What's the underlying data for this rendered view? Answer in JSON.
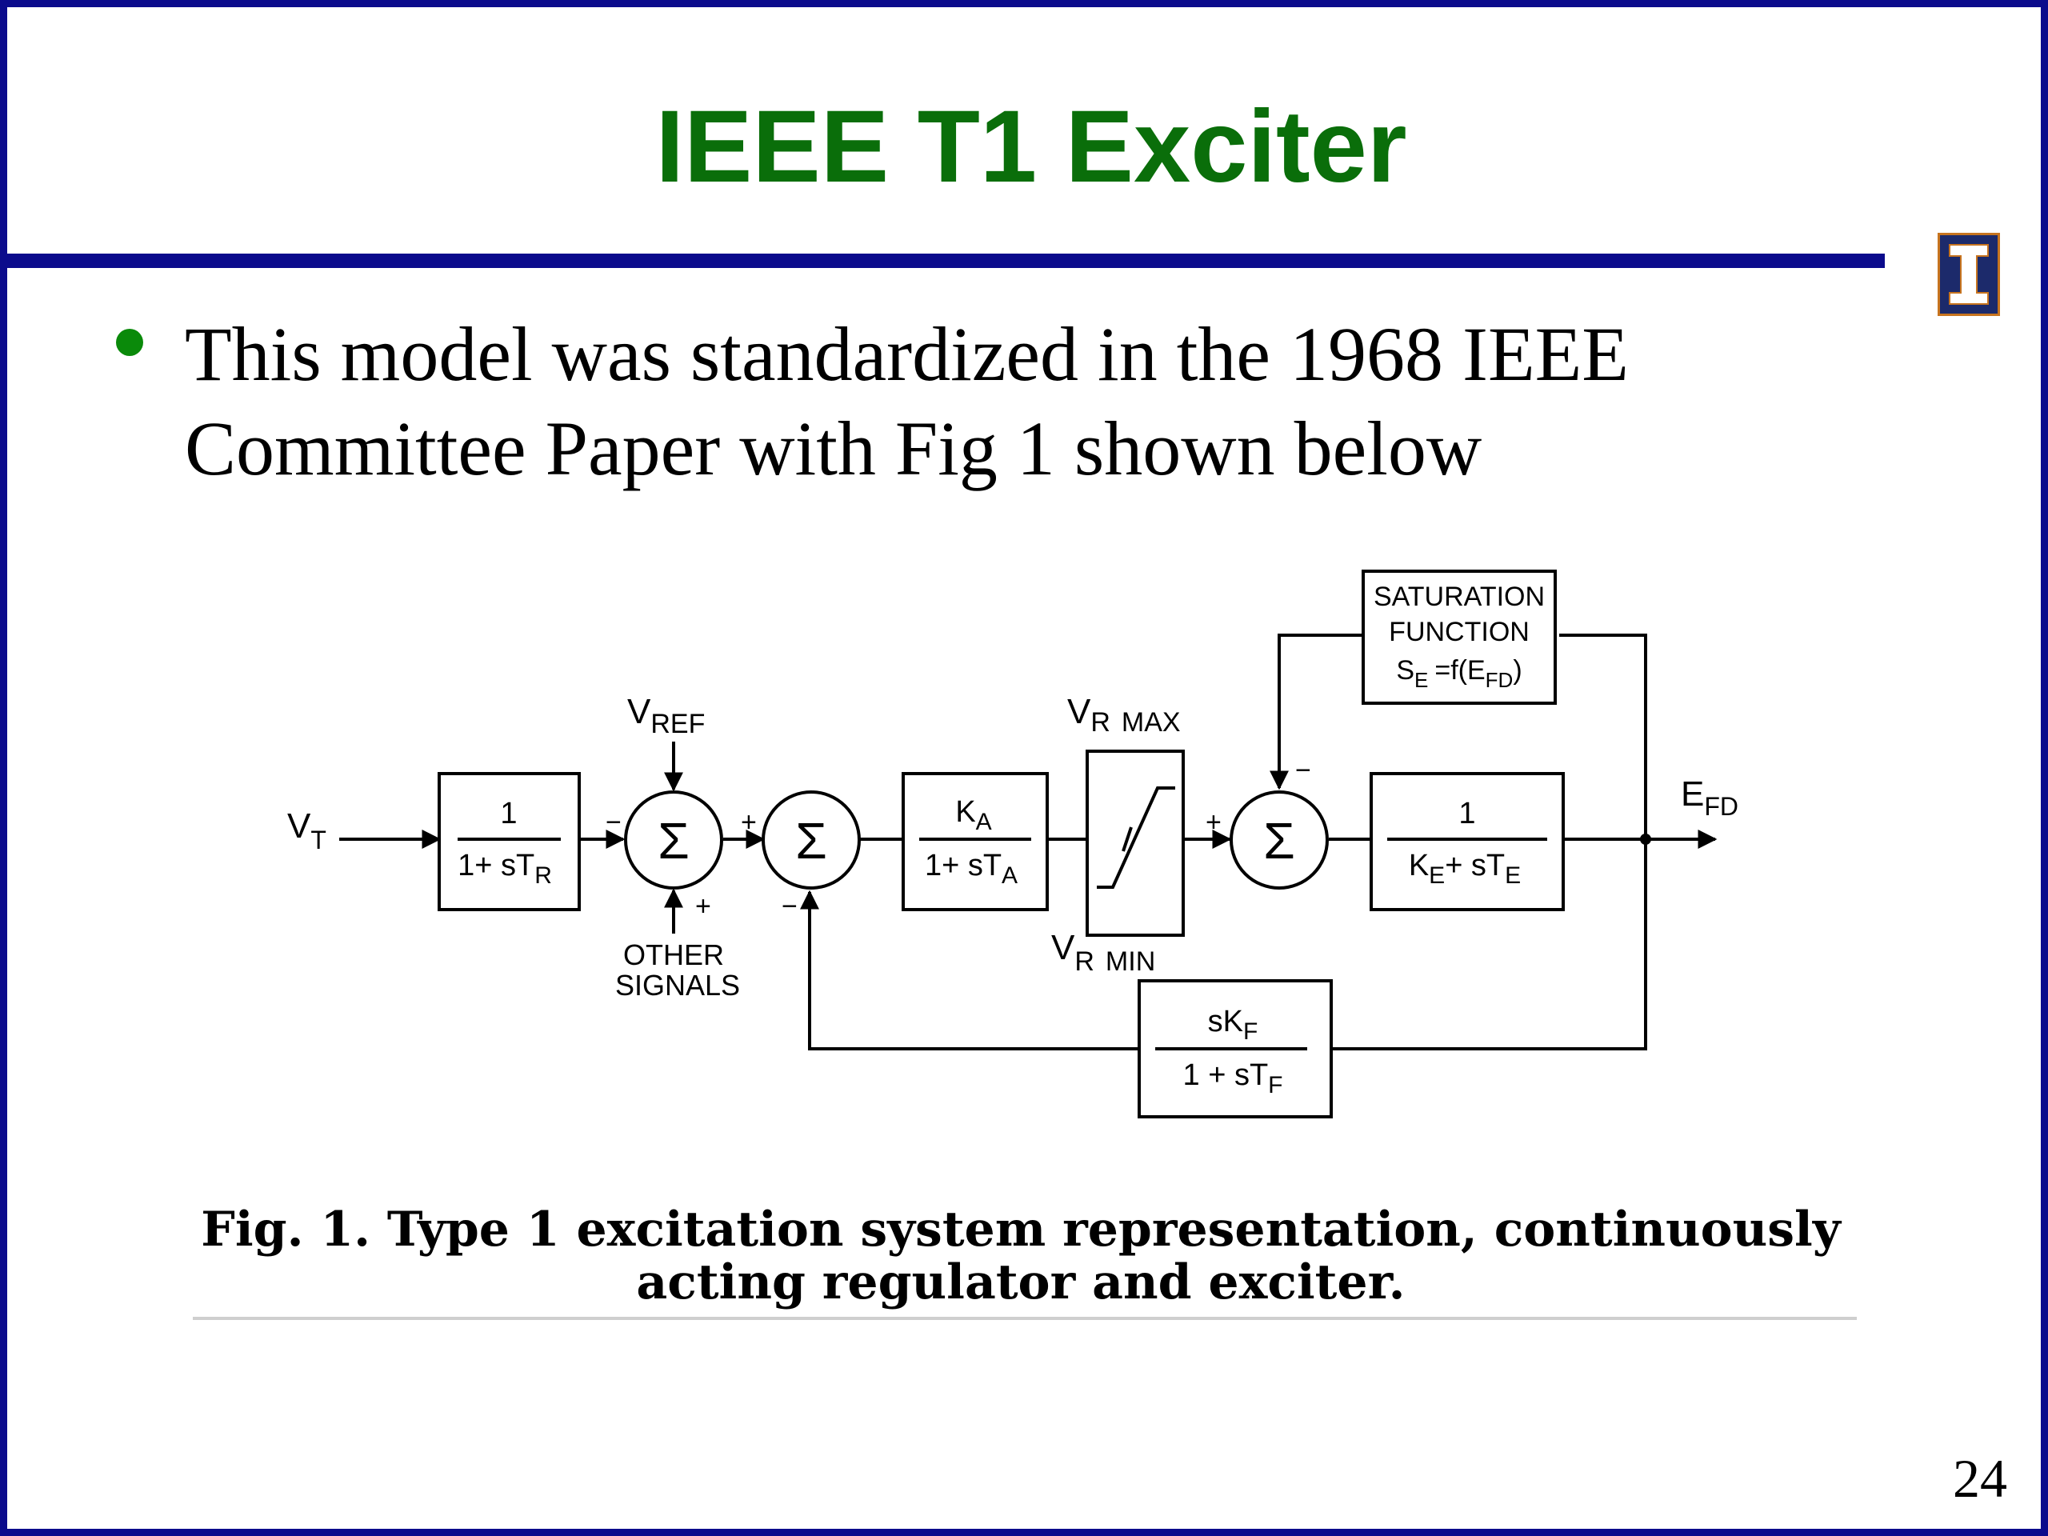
{
  "slide": {
    "title": "IEEE T1 Exciter",
    "bullet": "This model was standardized in the 1968 IEEE Committee Paper with Fig 1 shown below",
    "page_number": "24",
    "logo_icon": "university-block-i-icon"
  },
  "diagram": {
    "input": {
      "main": "V",
      "sub": "T"
    },
    "output": {
      "main": "E",
      "sub": "FD"
    },
    "vref": {
      "main": "V",
      "sub": "REF"
    },
    "other_signals": [
      "OTHER",
      "SIGNALS"
    ],
    "vrmax": {
      "main": "V",
      "sub": "R",
      "suffix": "MAX"
    },
    "vrmin": {
      "main": "V",
      "sub": "R",
      "suffix": "MIN"
    },
    "sum_symbol": "Σ",
    "signs": {
      "minus": "−",
      "plus": "+"
    },
    "block_tr": {
      "num": "1",
      "den_a": "1+ sT",
      "den_sub": "R"
    },
    "block_ka": {
      "num_a": "K",
      "num_sub": "A",
      "den_a": "1+ sT",
      "den_sub": "A"
    },
    "block_ke": {
      "num": "1",
      "den_a": "K",
      "den_sub1": "E",
      "den_b": "+ sT",
      "den_sub2": "E"
    },
    "block_kf": {
      "num_a": "sK",
      "num_sub": "F",
      "den_a": "1 + sT",
      "den_sub": "F"
    },
    "saturation": {
      "line1": "SATURATION",
      "line2": "FUNCTION",
      "line3_a": "S",
      "line3_sub": "E",
      "line3_b": "=f(E",
      "line3_sub2": "FD",
      "line3_c": ")"
    }
  },
  "caption": "Fig. 1. Type 1 excitation system representation, continuously acting regulator and exciter."
}
